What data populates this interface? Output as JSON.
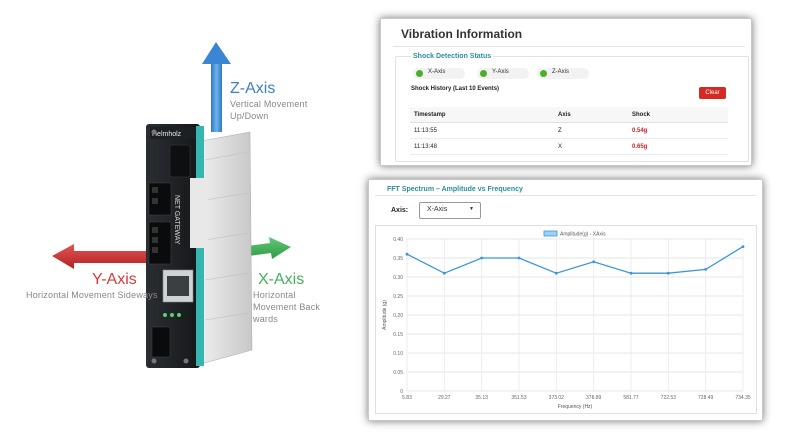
{
  "product": {
    "brand": "Helmholz",
    "device_vertical_text": "NET GATEWAY",
    "z_axis": {
      "title": "Z-Axis",
      "description": "Vertical Movement Up/Down",
      "color": "#3b7fc4"
    },
    "y_axis": {
      "title": "Y-Axis",
      "description": "Horizontal Movement Sideways",
      "color": "#d23b3b"
    },
    "x_axis": {
      "title": "X-Axis",
      "description": "Horizontal Movement Back wards",
      "color": "#44b15a"
    }
  },
  "vibration": {
    "title": "Vibration Information",
    "shock_status_title": "Shock Detection Status",
    "indicators": [
      {
        "label": "X-Axis",
        "color": "#4caf2a"
      },
      {
        "label": "Y-Axis",
        "color": "#4caf2a"
      },
      {
        "label": "Z-Axis",
        "color": "#4caf2a"
      }
    ],
    "history_title": "Shock History (Last 10 Events)",
    "clear_label": "Clear",
    "table": {
      "headers": [
        "Timestamp",
        "Axis",
        "Shock"
      ],
      "rows": [
        [
          "11:13:55",
          "Z",
          "0.54g"
        ],
        [
          "11:13:48",
          "X",
          "0.65g"
        ]
      ]
    }
  },
  "fft": {
    "title": "FFT Spectrum – Amplitude vs Frequency",
    "axis_label": "Axis:",
    "axis_selected": "X-Axis"
  },
  "chart_data": {
    "type": "line",
    "legend": "Amplitude(g) - XAxis",
    "legend_position": "top",
    "grid": true,
    "categories": [
      "5.83",
      "29.27",
      "35.13",
      "351.53",
      "373.02",
      "378.89",
      "581.77",
      "722.53",
      "728.49",
      "734.35"
    ],
    "series": [
      {
        "name": "Amplitude(g) - XAxis",
        "values": [
          0.36,
          0.31,
          0.35,
          0.35,
          0.31,
          0.34,
          0.31,
          0.31,
          0.32,
          0.38
        ],
        "color": "#3a96dd"
      }
    ],
    "xlabel": "Frequency (Hz)",
    "ylabel": "Amplitude (g)",
    "ylim": [
      0,
      0.4
    ],
    "yticks": [
      "0",
      "0.05",
      "0.10",
      "0.15",
      "0.20",
      "0.25",
      "0.30",
      "0.35",
      "0.40"
    ]
  }
}
